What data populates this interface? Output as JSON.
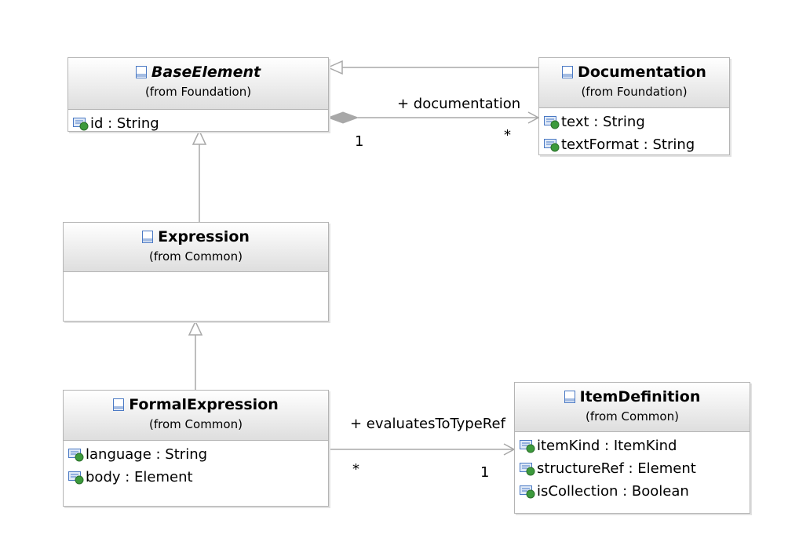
{
  "classes": {
    "base_element": {
      "name": "BaseElement",
      "package": "(from Foundation)",
      "attributes": [
        "id : String"
      ]
    },
    "documentation": {
      "name": "Documentation",
      "package": "(from Foundation)",
      "attributes": [
        "text : String",
        "textFormat : String"
      ]
    },
    "expression": {
      "name": "Expression",
      "package": "(from Common)",
      "attributes": []
    },
    "formal_expression": {
      "name": "FormalExpression",
      "package": "(from Common)",
      "attributes": [
        "language : String",
        "body : Element"
      ]
    },
    "item_definition": {
      "name": "ItemDefinition",
      "package": "(from Common)",
      "attributes": [
        "itemKind : ItemKind",
        "structureRef : Element",
        "isCollection : Boolean"
      ]
    }
  },
  "associations": {
    "documentation": {
      "role": "+ documentation",
      "source_multiplicity": "1",
      "target_multiplicity": "*"
    },
    "evaluates": {
      "role": "+ evaluatesToTypeRef",
      "source_multiplicity": "*",
      "target_multiplicity": "1"
    }
  },
  "colors": {
    "class_border": "#b4b4b4",
    "connector": "#a8a8a8",
    "class_icon": "#4a79c4",
    "attr_icon_dot": "#3c9a3c"
  }
}
